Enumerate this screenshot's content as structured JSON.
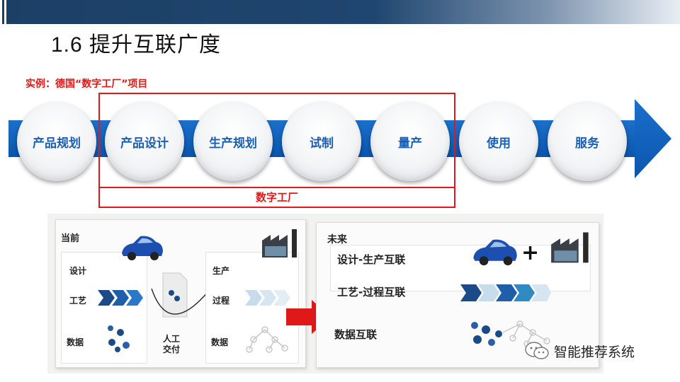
{
  "slide": {
    "title": "1.6 提升互联广度",
    "example_label": "实例：德国“数字工厂”项目"
  },
  "process": {
    "stages": [
      "产品规划",
      "产品设计",
      "生产规划",
      "试制",
      "量产",
      "使用",
      "服务"
    ],
    "highlight_label": "数字工厂"
  },
  "current_panel": {
    "title": "当前",
    "left_rows": [
      "设计",
      "工艺",
      "数据"
    ],
    "handoff_label_line1": "人工",
    "handoff_label_line2": "交付",
    "right_rows": [
      "生产",
      "过程",
      "数据"
    ]
  },
  "future_panel": {
    "title": "未来",
    "rows": [
      "设计-生产互联",
      "工艺-过程互联",
      "数据互联"
    ],
    "plus": "+"
  },
  "watermark": {
    "text": "智能推荐系统"
  },
  "colors": {
    "accent_blue": "#1b5fb4",
    "highlight_red": "#e01818",
    "header_navy": "#1c3f66"
  }
}
